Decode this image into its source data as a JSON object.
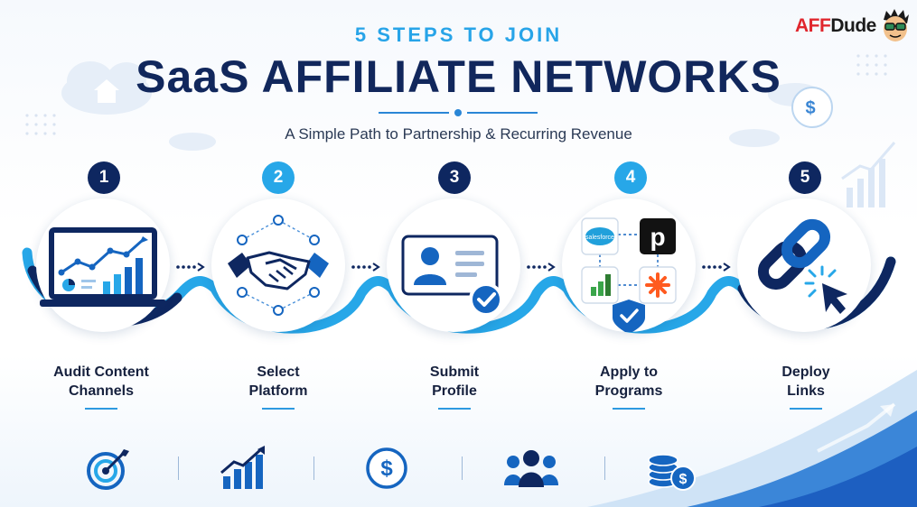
{
  "header": {
    "kicker": "5 STEPS TO JOIN",
    "headline": "SaaS AFFILIATE NETWORKS",
    "tagline": "A Simple Path to Partnership & Recurring Revenue"
  },
  "brand": {
    "part1": "AFF",
    "part2": "Dude"
  },
  "steps": [
    {
      "number": "1",
      "line1": "Audit Content",
      "line2": "Channels",
      "icon": "laptop-analytics-icon"
    },
    {
      "number": "2",
      "line1": "Select",
      "line2": "Platform",
      "icon": "handshake-icon"
    },
    {
      "number": "3",
      "line1": "Submit",
      "line2": "Profile",
      "icon": "profile-card-icon"
    },
    {
      "number": "4",
      "line1": "Apply to",
      "line2": "Programs",
      "icon": "program-logos-icon"
    },
    {
      "number": "5",
      "line1": "Deploy",
      "line2": "Links",
      "icon": "link-click-icon"
    }
  ],
  "program_logos": {
    "salesforce": "salesforce",
    "pipedrive": "p"
  },
  "bottom_icons": [
    "target-icon",
    "growth-chart-icon",
    "dollar-circle-icon",
    "team-icon",
    "coin-stack-icon"
  ],
  "colors": {
    "navy": "#0e2760",
    "sky": "#27a7e8",
    "blue": "#1565c0",
    "accent_red": "#e0262d"
  }
}
